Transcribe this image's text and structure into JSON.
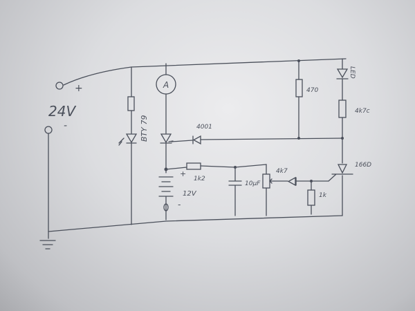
{
  "diagram": {
    "type": "hand-drawn circuit schematic",
    "labels": {
      "supply_plus": "+",
      "supply_voltage": "24V",
      "supply_minus": "-",
      "ammeter": "A",
      "thyristor": "BTY 79",
      "diode_1": "4001",
      "resistor_470": "470",
      "led": "LED",
      "resistor_4k7c": "4k7c",
      "transistor": "166D",
      "resistor_1k2": "1k2",
      "battery_plus": "+",
      "battery_voltage": "12V",
      "battery_minus": "-",
      "capacitor": "10µF",
      "potentiometer": "4k7",
      "resistor_1k": "1k"
    }
  }
}
